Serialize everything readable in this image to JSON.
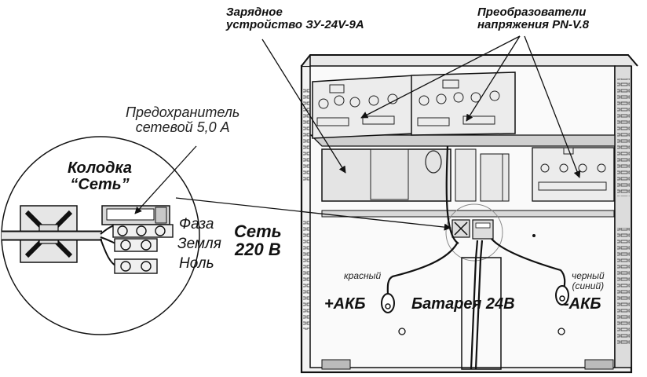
{
  "labels": {
    "charger_line1": "Зарядное",
    "charger_line2": "устройство ЗУ-24V-9A",
    "converters_line1": "Преобразователи",
    "converters_line2": "напряжения PN-V.8",
    "fuse_line1": "Предохранитель",
    "fuse_line2": "сетевой 5,0 А",
    "block_line1": "Колодка",
    "block_line2": "“Сеть”",
    "phase": "Фаза",
    "ground": "Земля",
    "neutral": "Ноль",
    "mains_line1": "Сеть",
    "mains_line2": "220 В",
    "red_wire": "красный",
    "black_wire_line1": "черный",
    "black_wire_line2": "(синий)",
    "battery_plus": "+АКБ",
    "battery": "Батарея  24В",
    "battery_minus": "-АКБ"
  }
}
